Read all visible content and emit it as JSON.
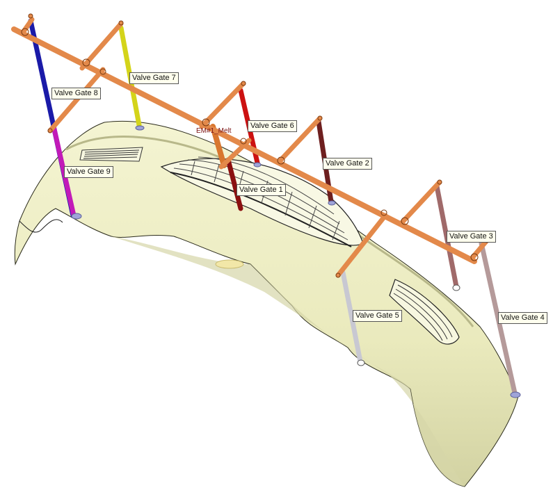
{
  "melt_label": "EM#1_Melt",
  "gates": [
    {
      "label": "Valve Gate 1",
      "color": "#8b1010"
    },
    {
      "label": "Valve Gate 2",
      "color": "#6e1f1f"
    },
    {
      "label": "Valve Gate 3",
      "color": "#a06a6a"
    },
    {
      "label": "Valve Gate 4",
      "color": "#b59a9a"
    },
    {
      "label": "Valve Gate 5",
      "color": "#c8c8d2"
    },
    {
      "label": "Valve Gate 6",
      "color": "#cc1111"
    },
    {
      "label": "Valve Gate 7",
      "color": "#d4d41a"
    },
    {
      "label": "Valve Gate 8",
      "color": "#1a1aa8"
    },
    {
      "label": "Valve Gate 9",
      "color": "#c21ab8"
    }
  ],
  "colors": {
    "part": "#efefc4",
    "part_shadow": "#c9c99a",
    "runner": "#e3894a",
    "label_bg": "#ffffee"
  }
}
